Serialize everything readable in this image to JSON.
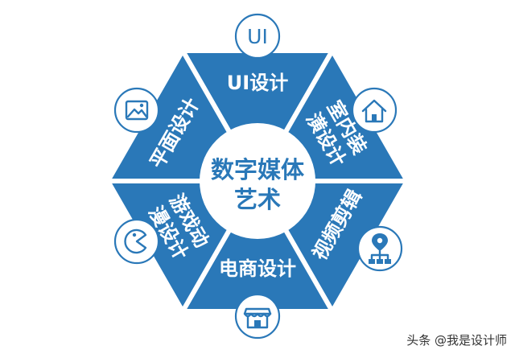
{
  "diagram": {
    "center": {
      "line1": "数字媒体",
      "line2": "艺术"
    },
    "segments": [
      {
        "label": "UI设计"
      },
      {
        "label_line1": "室内装",
        "label_line2": "潢设计"
      },
      {
        "label": "视频剪辑"
      },
      {
        "label": "电商设计"
      },
      {
        "label_line1": "游戏动",
        "label_line2": "漫设计"
      },
      {
        "label": "平面设计"
      }
    ],
    "icons": {
      "top": {
        "name": "ui-icon",
        "text": "UI"
      },
      "upper_right": {
        "name": "house-icon"
      },
      "lower_right": {
        "name": "network-pin-icon"
      },
      "bottom": {
        "name": "storefront-icon"
      },
      "lower_left": {
        "name": "pacman-icon"
      },
      "upper_left": {
        "name": "image-icon"
      }
    },
    "colors": {
      "primary": "#2a78b8",
      "background": "#ffffff"
    }
  },
  "watermark": {
    "text": "头条 @我是设计师"
  }
}
